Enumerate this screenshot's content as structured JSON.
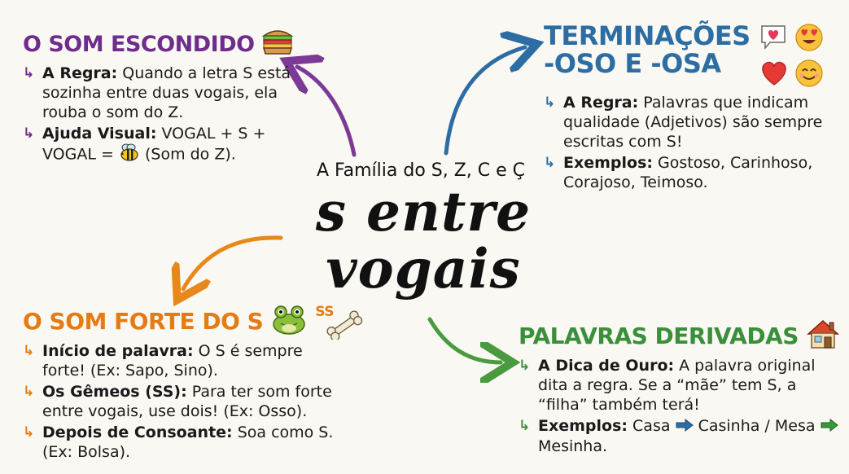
{
  "center": {
    "subtitle": "A Família do S, Z, C e Ç",
    "title_line1": "s entre",
    "title_line2": "vogais"
  },
  "sections": {
    "top_left": {
      "heading": "O SOM ESCONDIDO",
      "color": "#6e2d8c",
      "icon": "sandwich-icon",
      "bullets": [
        {
          "label": "A Regra:",
          "text": " Quando a letra S está sozinha entre duas vogais, ela rouba o som do Z."
        },
        {
          "label": "Ajuda Visual:",
          "text": " VOGAL + S + VOGAL = ",
          "icon": "bee-icon",
          "text_after": " (Som do Z)."
        }
      ]
    },
    "top_right": {
      "heading_line1": "TERMINAÇÕES",
      "heading_line2": "-OSO E -OSA",
      "color": "#2c6da3",
      "icons": [
        "heart-speech-icon",
        "heart-eyes-icon",
        "heart-icon",
        "smile-icon"
      ],
      "bullets": [
        {
          "label": "A Regra:",
          "text": " Palavras que indicam qualidade (Adjetivos) são sempre escritas com S!"
        },
        {
          "label": "Exemplos:",
          "text": " Gostoso, Carinhoso, Corajoso, Teimoso."
        }
      ]
    },
    "bottom_left": {
      "heading": "O SOM FORTE DO S",
      "color": "#e57b12",
      "icons": [
        "frog-icon",
        "ss-bone-icon"
      ],
      "icon_text": "SS",
      "bullets": [
        {
          "label": "Início de palavra:",
          "text": " O S é sempre forte! (Ex: Sapo, Sino)."
        },
        {
          "label": "Os Gêmeos (SS):",
          "text": " Para ter som forte entre vogais, use dois! (Ex: Osso)."
        },
        {
          "label": "Depois de Consoante:",
          "text": " Soa como S. (Ex: Bolsa)."
        }
      ]
    },
    "bottom_right": {
      "heading": "PALAVRAS DERIVADAS",
      "color": "#3a8f3a",
      "icon": "house-icon",
      "bullets": [
        {
          "label": "A Dica de Ouro:",
          "text": " A palavra original dita a regra. Se a “mãe” tem S, a “filha” também terá!"
        },
        {
          "label": "Exemplos:",
          "text": " Casa ",
          "icon": "arrow-right-icon",
          "text_mid": " Casinha / Mesa ",
          "text_after": " Mesinha."
        }
      ]
    }
  },
  "bullet_glyph": "↳",
  "arrow_colors": {
    "purple": "#7b3a96",
    "blue": "#2c6da3",
    "orange": "#e8881a",
    "green": "#4a9a3f"
  }
}
